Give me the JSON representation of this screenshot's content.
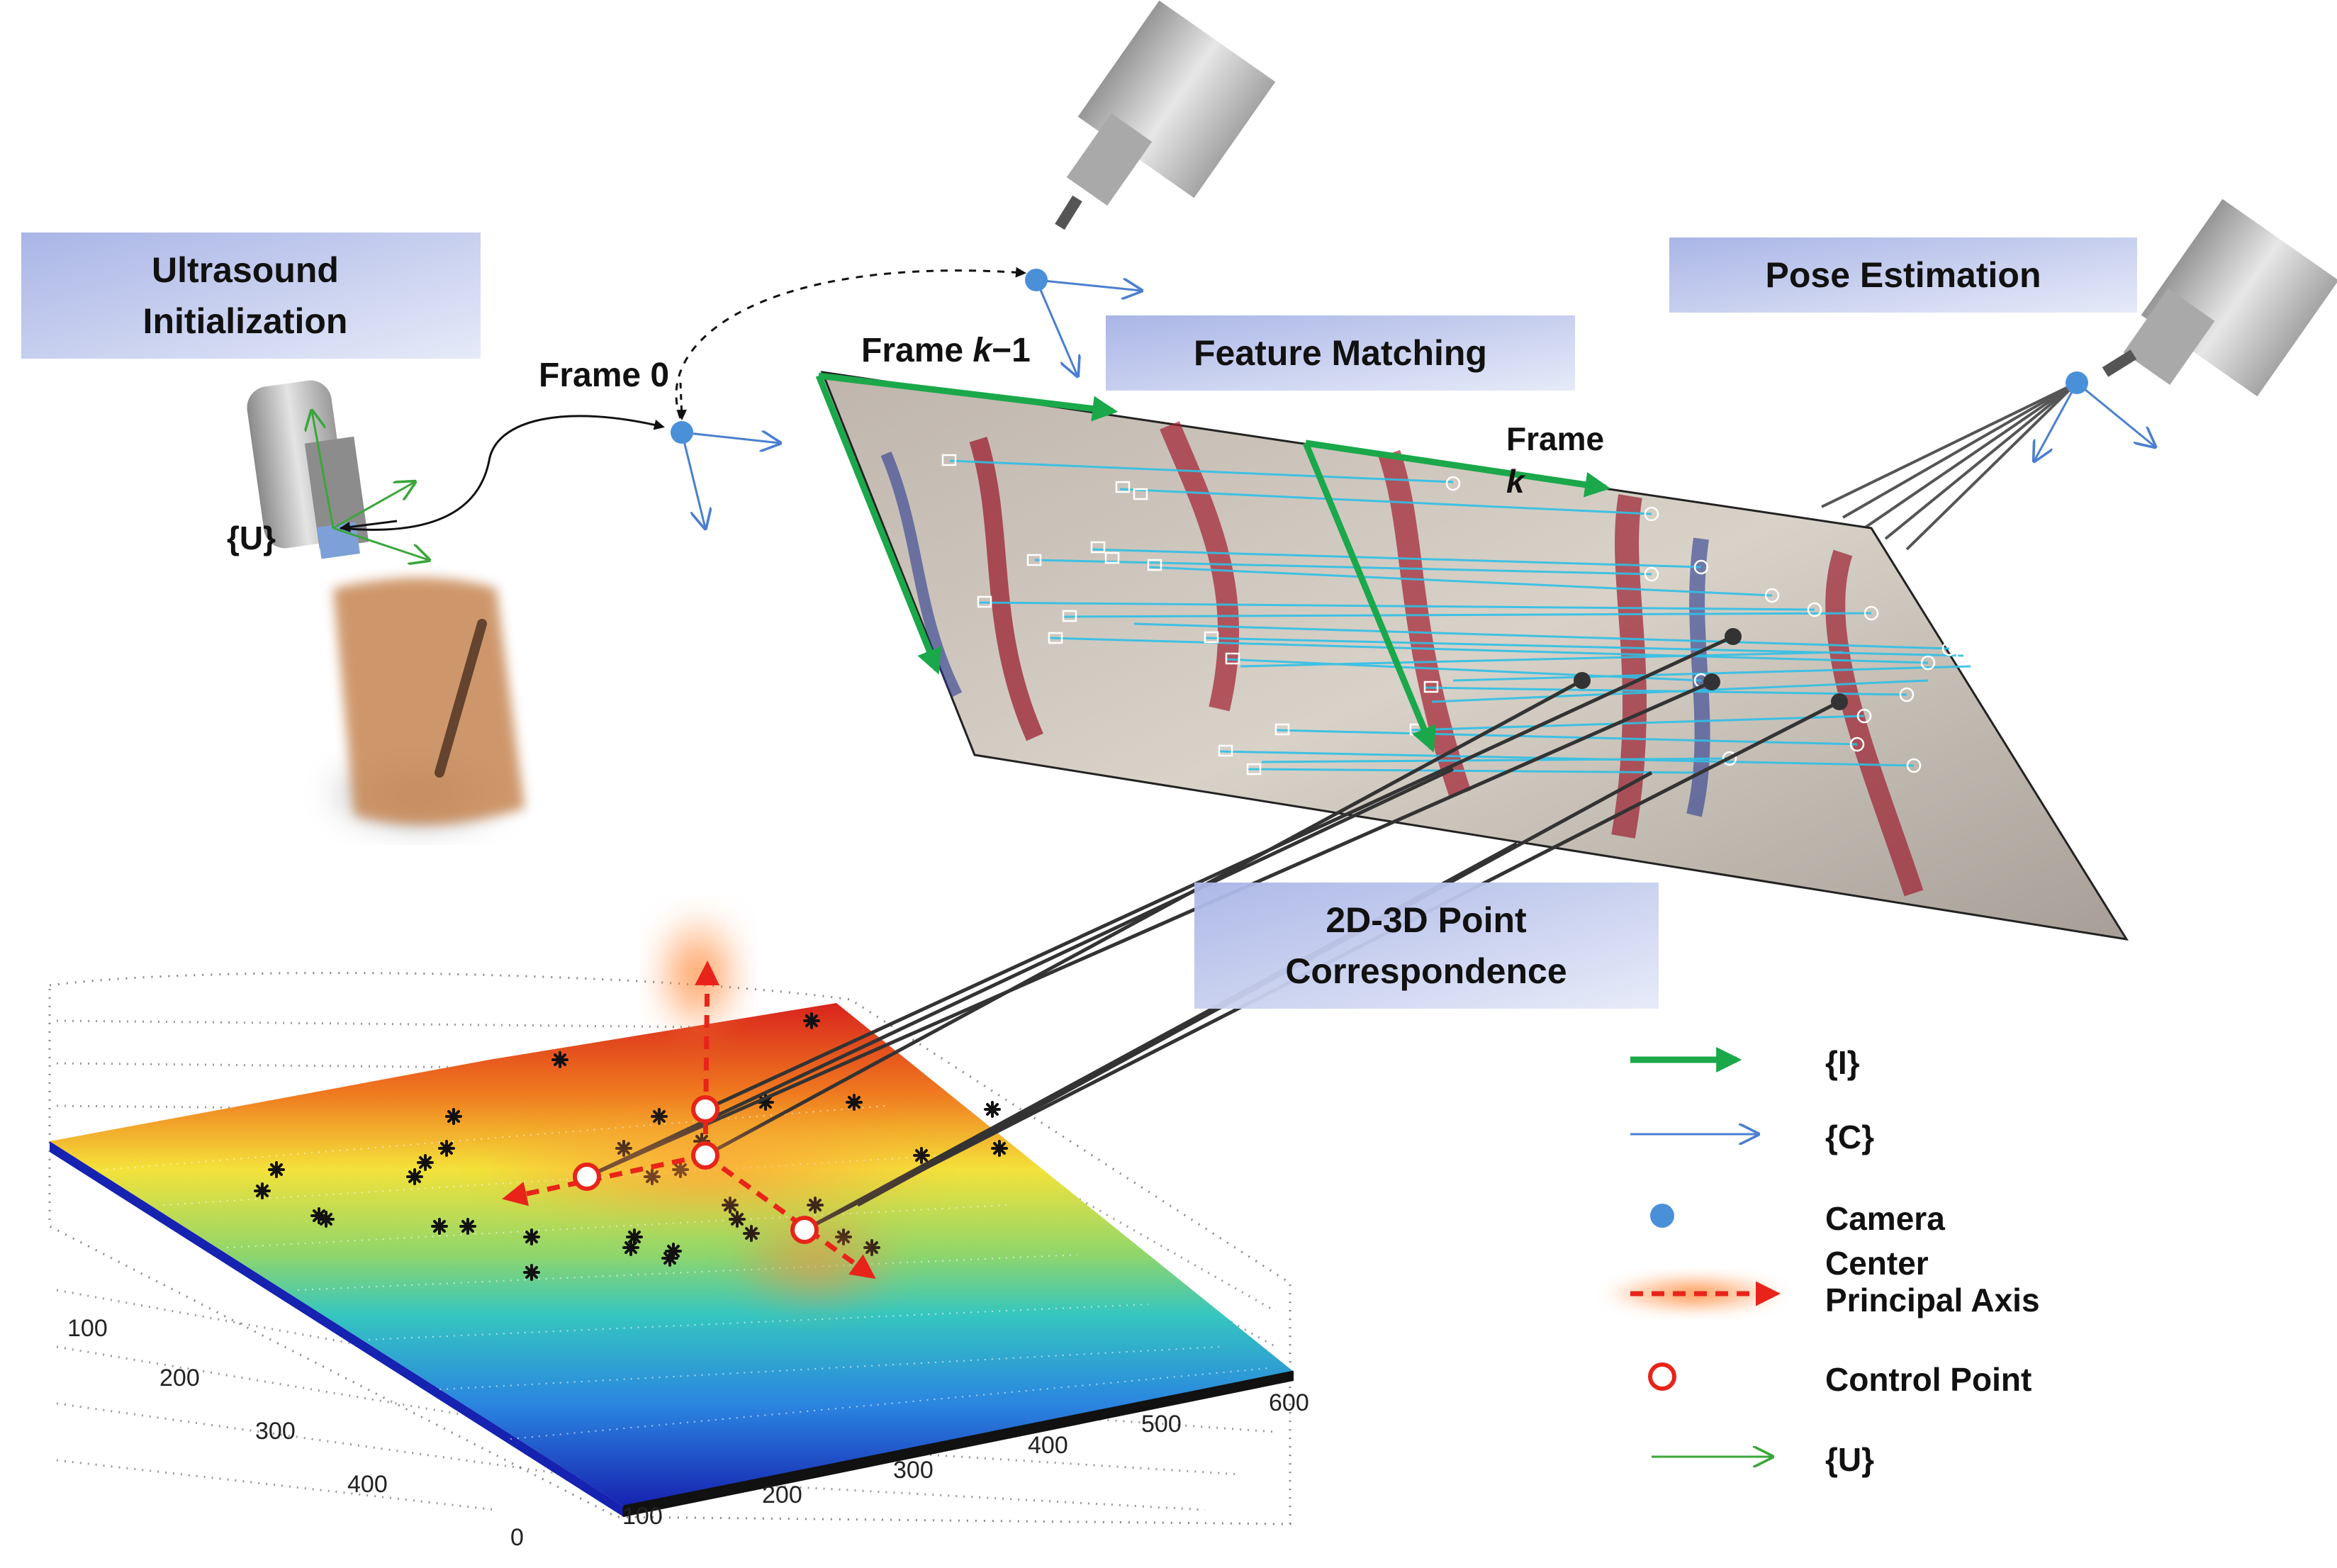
{
  "labels": {
    "ultrasound_init_line1": "Ultrasound",
    "ultrasound_init_line2": "Initialization",
    "frame0": "Frame 0",
    "frame_k_minus_1_prefix": "Frame ",
    "frame_k_minus_1_k": "k",
    "frame_k_minus_1_suffix": "−1",
    "feature_matching": "Feature Matching",
    "frame_k_line1": "Frame",
    "frame_k_line2": "k",
    "pose_estimation": "Pose Estimation",
    "correspondence_line1": "2D-3D Point",
    "correspondence_line2": "Correspondence",
    "u_frame": "{U}"
  },
  "legend": {
    "items": [
      {
        "key": "image_frame",
        "label": "{I}"
      },
      {
        "key": "camera_frame",
        "label": "{C}"
      },
      {
        "key": "camera_center",
        "label_line1": "Camera",
        "label_line2": "Center"
      },
      {
        "key": "principal_axis",
        "label": "Principal Axis"
      },
      {
        "key": "control_point",
        "label": "Control Point"
      },
      {
        "key": "ultrasound_frame",
        "label": "{U}"
      }
    ]
  },
  "axes_ticks": {
    "left_axis": [
      "100",
      "200",
      "300",
      "400",
      "0"
    ],
    "front_axis": [
      "100",
      "200",
      "300",
      "400",
      "500",
      "600"
    ]
  },
  "colors": {
    "image_frame_green": "#1aa84a",
    "camera_frame_blue": "#4a7fd0",
    "camera_center": "#4a90d9",
    "principal_axis_red": "#e8241a",
    "ultrasound_frame_green": "#3aa63a",
    "label_box": "#c7d0ef"
  }
}
